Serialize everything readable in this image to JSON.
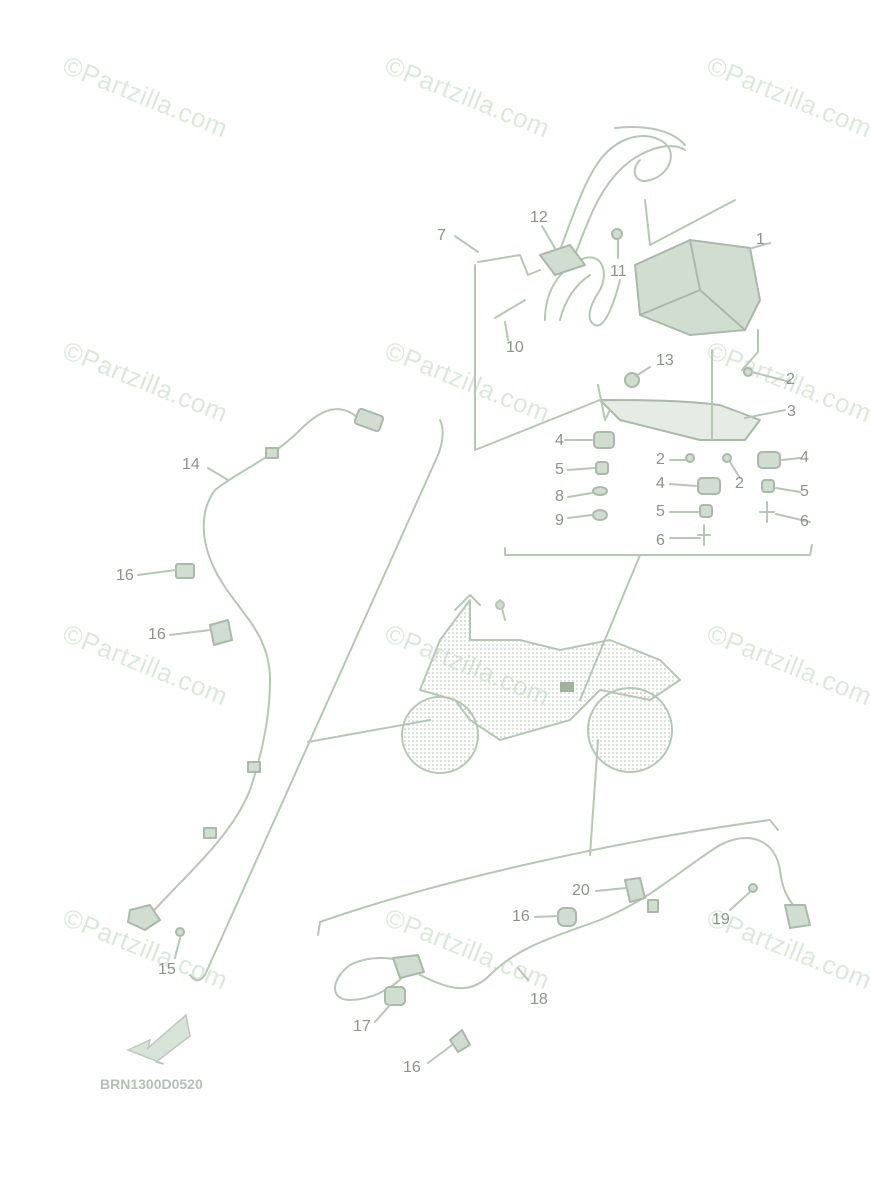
{
  "watermark": "©Partzilla.com",
  "diagram_code": "BRN1300D0520",
  "callouts": [
    "1",
    "2",
    "2",
    "2",
    "3",
    "4",
    "4",
    "4",
    "5",
    "5",
    "5",
    "6",
    "6",
    "7",
    "8",
    "9",
    "10",
    "11",
    "12",
    "13",
    "14",
    "15",
    "16",
    "16",
    "16",
    "16",
    "17",
    "18",
    "19",
    "20"
  ],
  "colors": {
    "line": "#b6c7b6",
    "part_fill": "#d0ddd0",
    "part_stroke": "#a9baa9",
    "label": "#8a948a",
    "watermark": "#dde8dd"
  }
}
